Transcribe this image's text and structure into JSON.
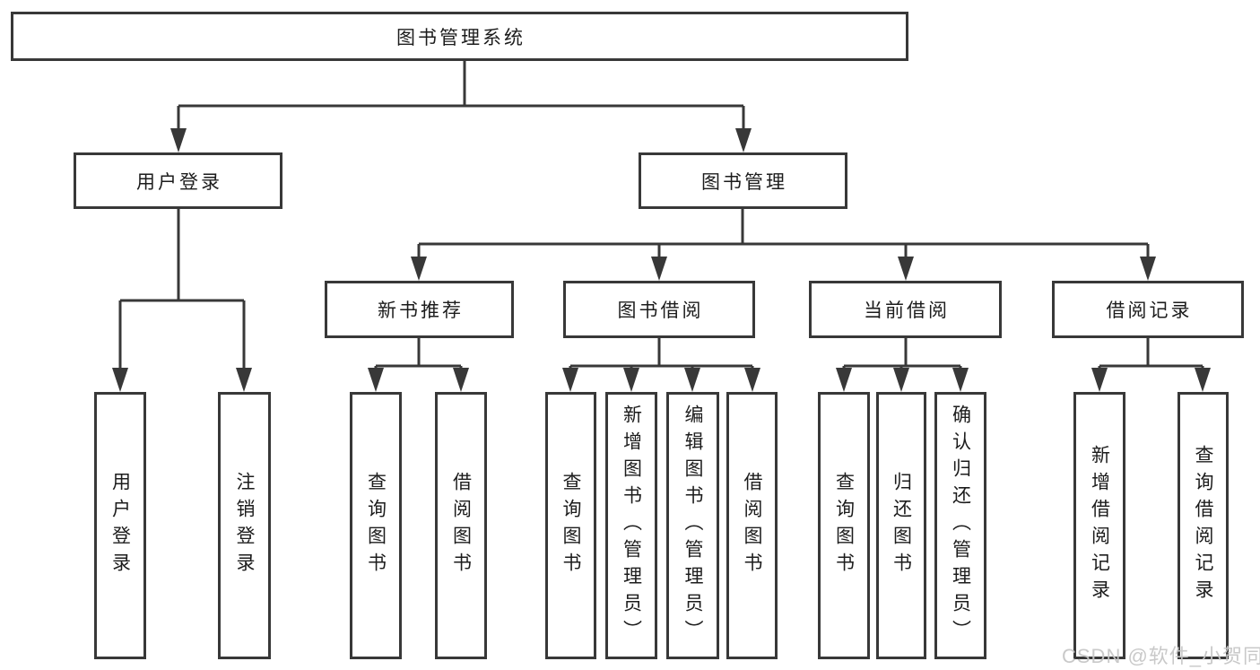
{
  "diagram": {
    "root": {
      "label": "图书管理系统"
    },
    "branches": [
      {
        "label": "用户登录",
        "children": [
          {
            "label": "用户登录"
          },
          {
            "label": "注销登录"
          }
        ]
      },
      {
        "label": "图书管理",
        "children": [
          {
            "label": "新书推荐",
            "children": [
              {
                "label": "查询图书"
              },
              {
                "label": "借阅图书"
              }
            ]
          },
          {
            "label": "图书借阅",
            "children": [
              {
                "label": "查询图书"
              },
              {
                "label": "新增图书（管理员）"
              },
              {
                "label": "编辑图书（管理员）"
              },
              {
                "label": "借阅图书"
              }
            ]
          },
          {
            "label": "当前借阅",
            "children": [
              {
                "label": "查询图书"
              },
              {
                "label": "归还图书"
              },
              {
                "label": "确认归还（管理员）"
              }
            ]
          },
          {
            "label": "借阅记录",
            "children": [
              {
                "label": "新增借阅记录"
              },
              {
                "label": "查询借阅记录"
              }
            ]
          }
        ]
      }
    ]
  },
  "watermark": {
    "text": "CSDN @软件_小贺同学"
  },
  "colors": {
    "line": "#383838",
    "box_border": "#383838",
    "box_fill": "#ffffff",
    "text": "#1c1c1c",
    "watermark": "#c6c6c6",
    "background": "#ffffff"
  }
}
